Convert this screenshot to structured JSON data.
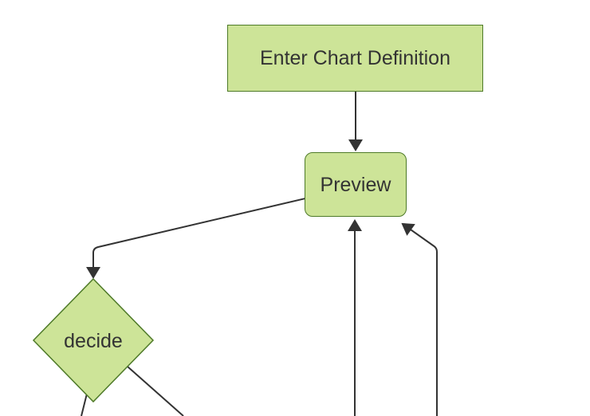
{
  "diagram": {
    "type": "flowchart",
    "direction": "top-down",
    "nodes": {
      "a": {
        "label": "Enter Chart Definition",
        "shape": "rectangle"
      },
      "b": {
        "label": "Preview",
        "shape": "rounded-rectangle"
      },
      "c": {
        "label": "decide",
        "shape": "diamond"
      }
    },
    "edges": [
      {
        "from": "a",
        "to": "b",
        "arrowhead": true
      },
      {
        "from": "b",
        "to": "c",
        "arrowhead": true
      },
      {
        "from": "c",
        "to": "offscreen-bottom-left",
        "arrowhead": false,
        "note": "runs off bottom edge of frame"
      },
      {
        "from": "c",
        "to": "offscreen-bottom",
        "arrowhead": false,
        "note": "runs off bottom edge of frame"
      },
      {
        "from": "offscreen-bottom-center",
        "to": "b",
        "arrowhead": true,
        "note": "enters from bottom edge of frame"
      },
      {
        "from": "offscreen-bottom-right",
        "to": "b",
        "arrowhead": true,
        "note": "enters from bottom edge of frame"
      }
    ]
  },
  "colors": {
    "background": "#ffffff",
    "node_fill": "#cde498",
    "node_border": "#4e7a28",
    "edge": "#333333",
    "text": "#333333"
  }
}
